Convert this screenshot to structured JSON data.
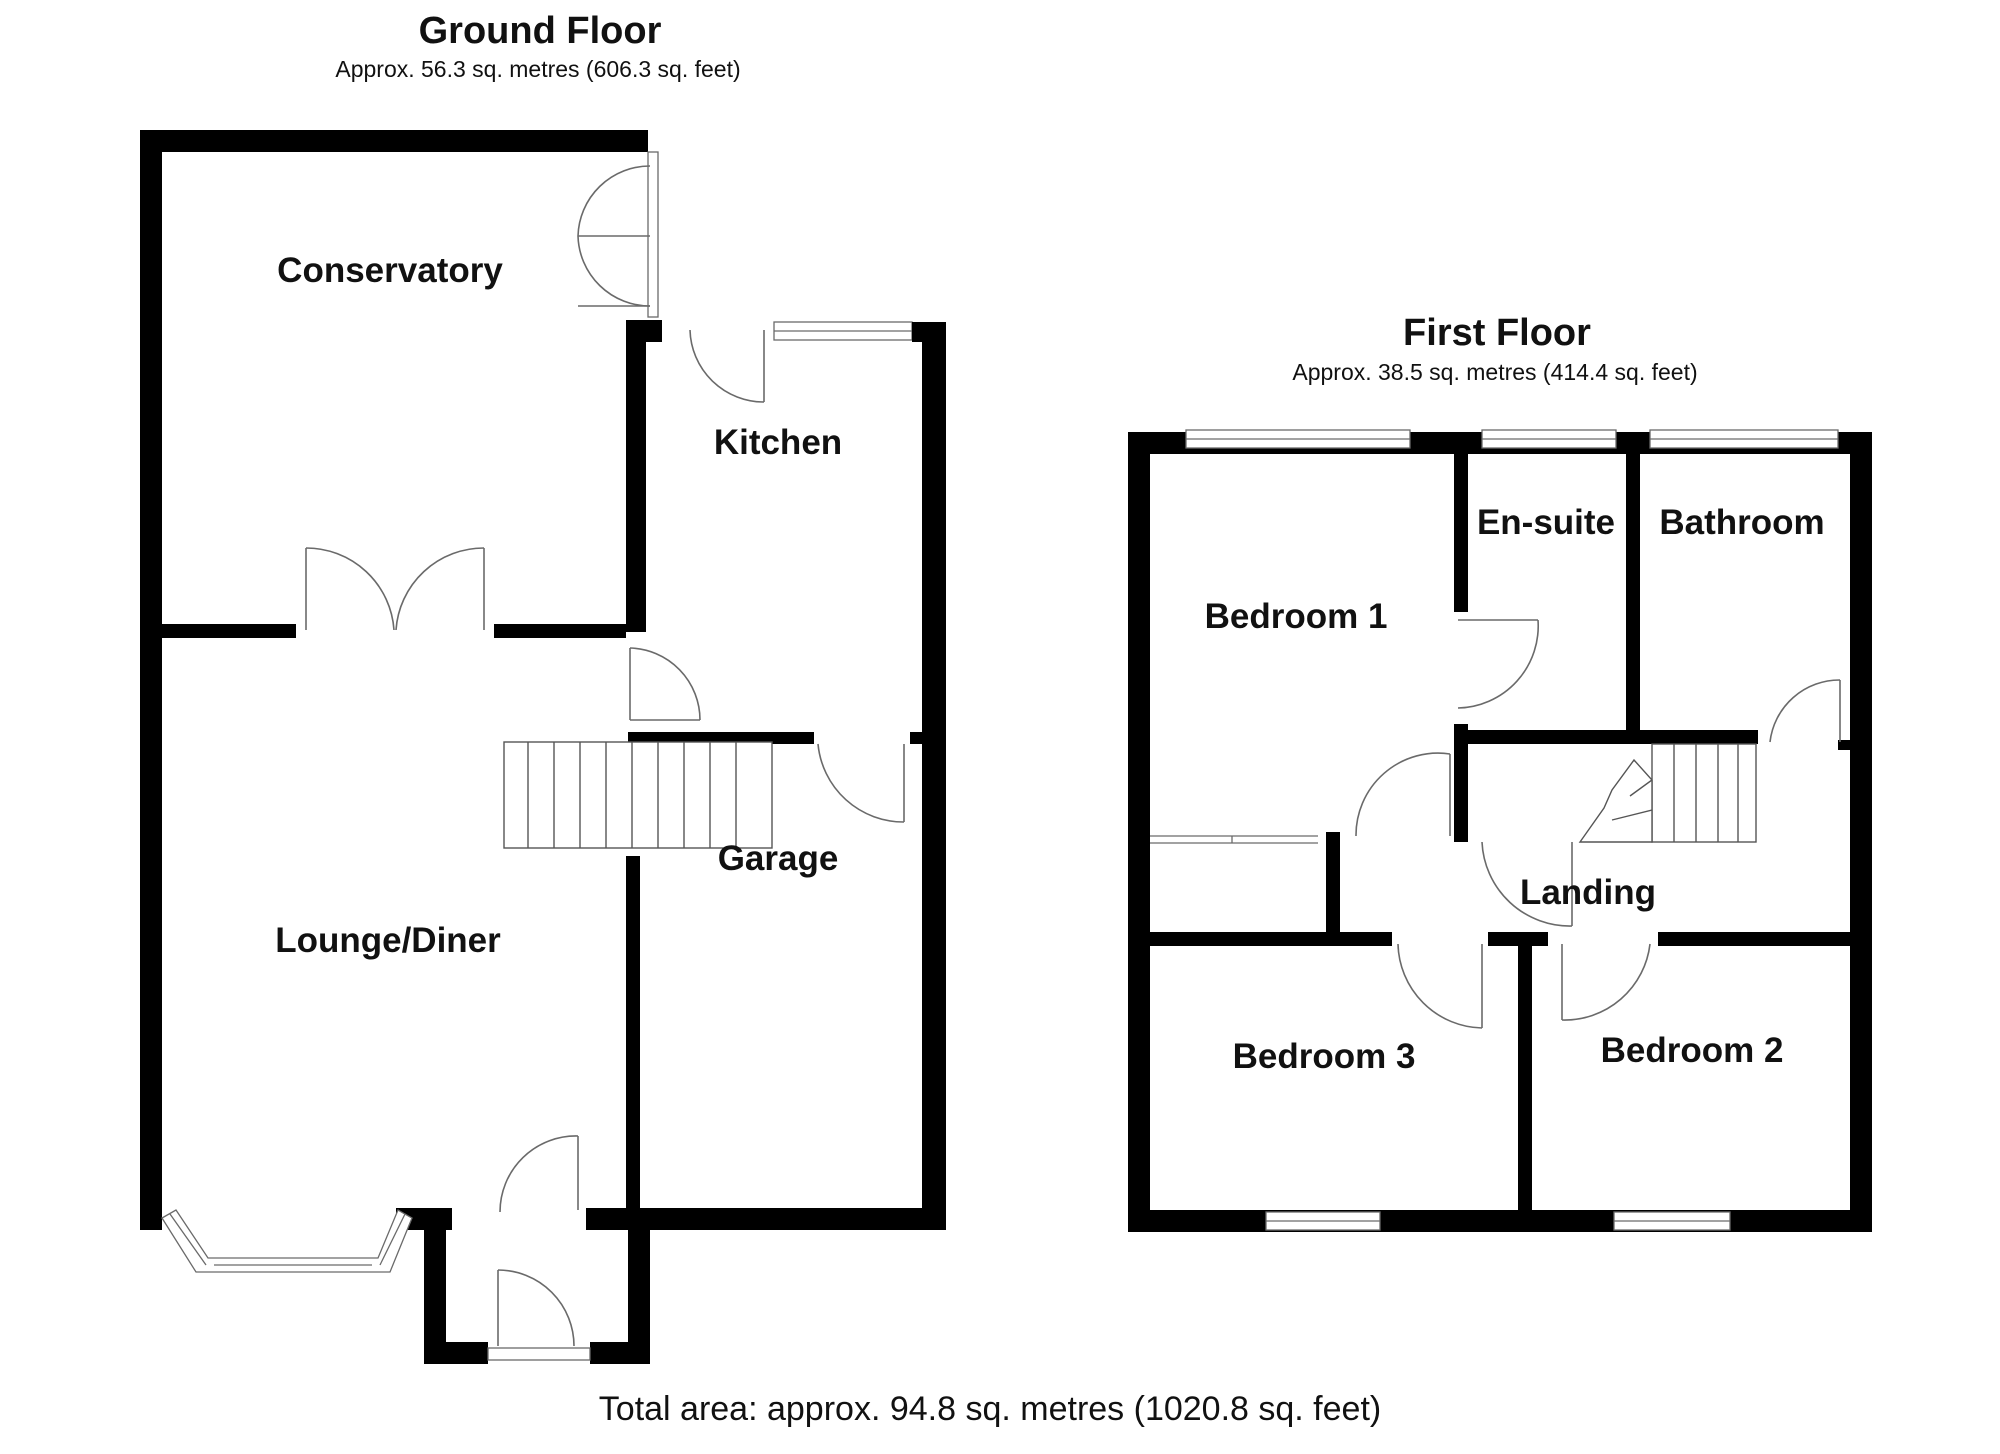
{
  "ground_floor": {
    "title": "Ground Floor",
    "area": "Approx. 56.3 sq. metres (606.3 sq. feet)",
    "rooms": {
      "conservatory": "Conservatory",
      "kitchen": "Kitchen",
      "garage": "Garage",
      "lounge_diner": "Lounge/Diner"
    }
  },
  "first_floor": {
    "title": "First Floor",
    "area": "Approx. 38.5 sq. metres (414.4 sq. feet)",
    "rooms": {
      "en_suite": "En-suite",
      "bathroom": "Bathroom",
      "bedroom_1": "Bedroom 1",
      "landing": "Landing",
      "bedroom_3": "Bedroom 3",
      "bedroom_2": "Bedroom 2"
    }
  },
  "total_area": "Total area: approx. 94.8 sq. metres (1020.8 sq. feet)",
  "colors": {
    "wall": "#000000",
    "fixture": "#6a6a6a"
  }
}
